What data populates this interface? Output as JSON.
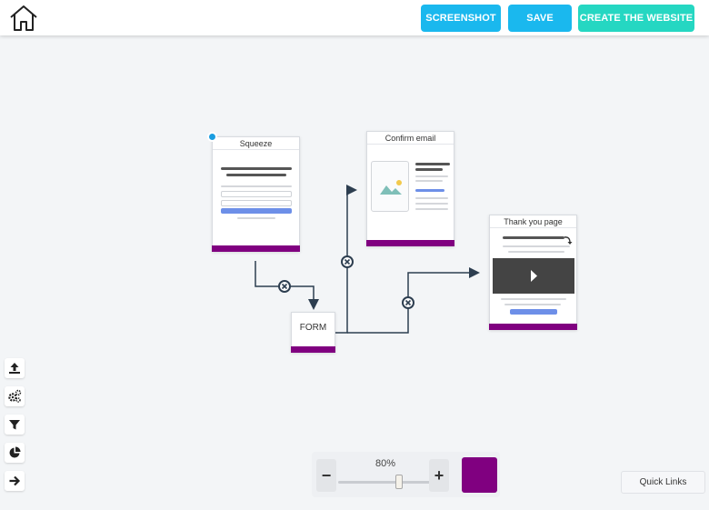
{
  "header": {
    "home_icon": "home-icon",
    "buttons": {
      "screenshot": "SCREENSHOT",
      "save": "SAVE",
      "create": "CREATE THE WEBSITE"
    }
  },
  "funnel": {
    "pages": {
      "squeeze": "Squeeze",
      "confirm": "Confirm email",
      "thankyou": "Thank you page"
    },
    "form_label": "FORM"
  },
  "toolbar": [
    "upload-icon",
    "settings-gears-icon",
    "filter-icon",
    "pie-chart-icon",
    "arrow-right-icon"
  ],
  "zoom": {
    "minus": "−",
    "plus": "+",
    "value_label": "80%",
    "value": 80
  },
  "colors": {
    "accent_blue": "#1ab8ee",
    "accent_teal": "#25d7c2",
    "brand_purple": "#800080",
    "connector": "#2d3e50"
  },
  "quick_links": "Quick Links"
}
